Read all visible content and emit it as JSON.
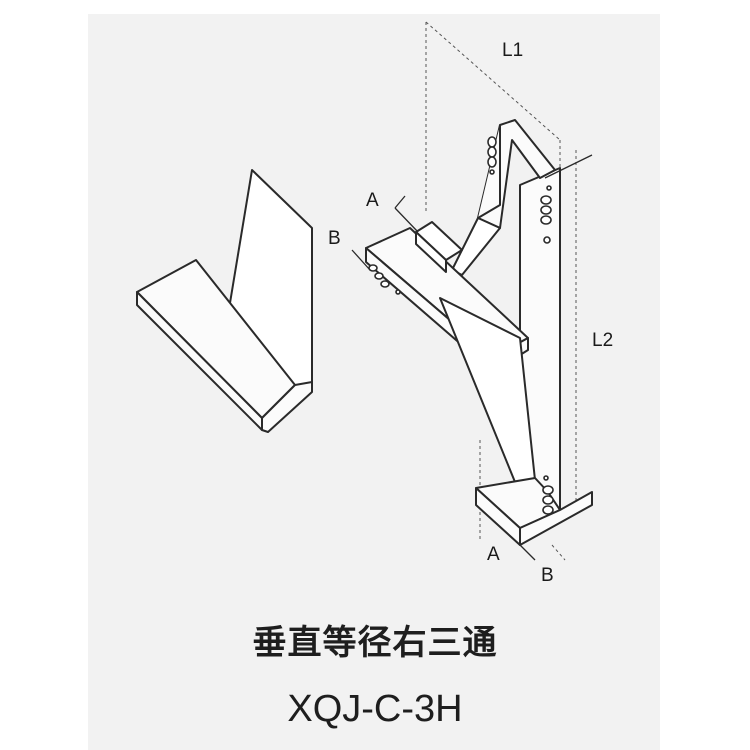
{
  "caption": {
    "title": "垂直等径右三通",
    "model": "XQJ-C-3H"
  },
  "dimension_labels": {
    "l1": "L1",
    "l2": "L2",
    "a_top": "A",
    "b_top": "B",
    "a_bottom": "A",
    "b_bottom": "B"
  },
  "colors": {
    "line": "#2a2a2a",
    "panel": "#f2f2f2",
    "text": "#1e1e1e"
  }
}
